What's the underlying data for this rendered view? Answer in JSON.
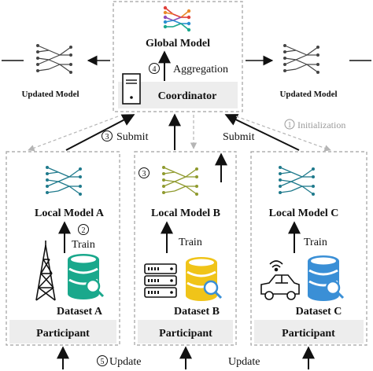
{
  "coordinator": {
    "global_model_label": "Global Model",
    "step4_number": "4",
    "aggregation_label": "Aggregation",
    "coordinator_label": "Coordinator"
  },
  "updated_models": {
    "left_label": "Updated Model",
    "right_label": "Updated Model"
  },
  "flow": {
    "step3_number": "3",
    "submit_left_label": "Submit",
    "submit_right_label": "Submit",
    "step1_number": "1",
    "initialization_label": "Initialization",
    "step5_number": "5",
    "update_left_label": "Update",
    "update_right_label": "Update"
  },
  "participants": [
    {
      "model_label": "Local Model A",
      "step_number": "2",
      "train_label": "Train",
      "dataset_label": "Dataset A",
      "participant_label": "Participant",
      "device_icon": "cell-tower-icon",
      "model_color": "#1f7a8c"
    },
    {
      "model_label": "Local Model B",
      "step_number": "3",
      "train_label": "Train",
      "dataset_label": "Dataset B",
      "participant_label": "Participant",
      "device_icon": "server-rack-icon",
      "model_color": "#8f9a2e"
    },
    {
      "model_label": "Local Model C",
      "train_label": "Train",
      "dataset_label": "Dataset C",
      "participant_label": "Participant",
      "device_icon": "connected-car-icon",
      "model_color": "#1f7a8c"
    }
  ],
  "colors": {
    "accent_blue": "#2a8fd0",
    "dataset_teal": "#1aa88c",
    "dataset_yellow": "#f0c419",
    "dataset_blue": "#3a8fd6",
    "panel_gray": "#ededed",
    "frame_gray": "#9a9a9a"
  }
}
